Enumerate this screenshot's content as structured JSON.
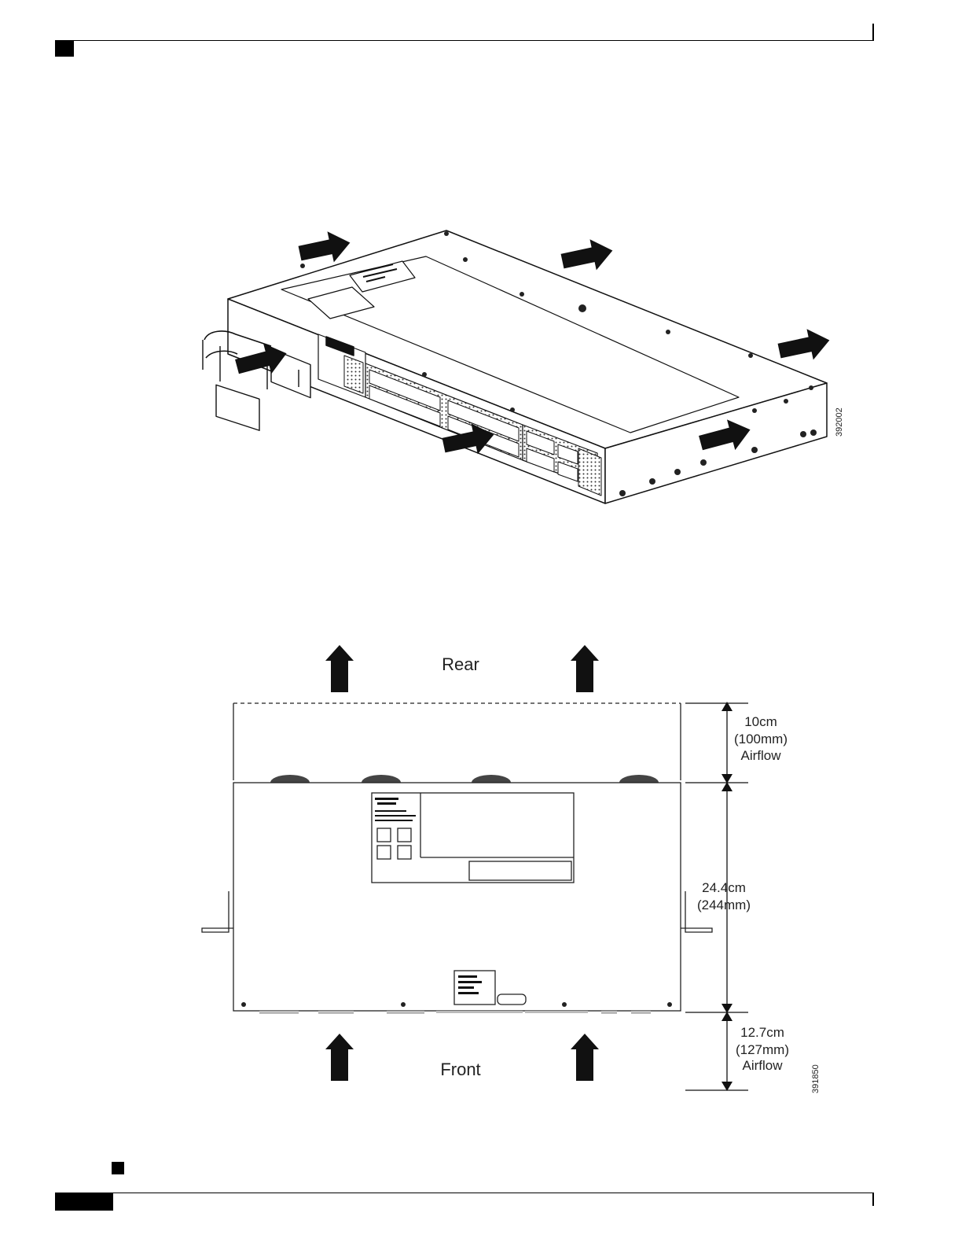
{
  "figure1": {
    "figure_id": "392002"
  },
  "figure2": {
    "rear_label": "Rear",
    "front_label": "Front",
    "rear_clearance": {
      "line1": "10cm",
      "line2": "(100mm)",
      "line3": "Airflow"
    },
    "chassis_depth": {
      "line1": "24.4cm",
      "line2": "(244mm)"
    },
    "front_clearance": {
      "line1": "12.7cm",
      "line2": "(127mm)",
      "line3": "Airflow"
    },
    "figure_id": "391850"
  }
}
